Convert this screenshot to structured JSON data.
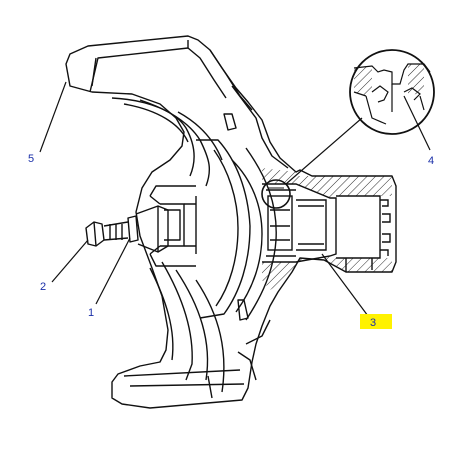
{
  "diagram": {
    "callouts": [
      {
        "id": "callout-1",
        "label": "1"
      },
      {
        "id": "callout-2",
        "label": "2"
      },
      {
        "id": "callout-3",
        "label": "3"
      },
      {
        "id": "callout-4",
        "label": "4"
      },
      {
        "id": "callout-5",
        "label": "5"
      }
    ],
    "colors": {
      "line": "#111111",
      "callout_text": "#1a2fa8",
      "highlight": "#fff200",
      "background": "#ffffff"
    }
  }
}
